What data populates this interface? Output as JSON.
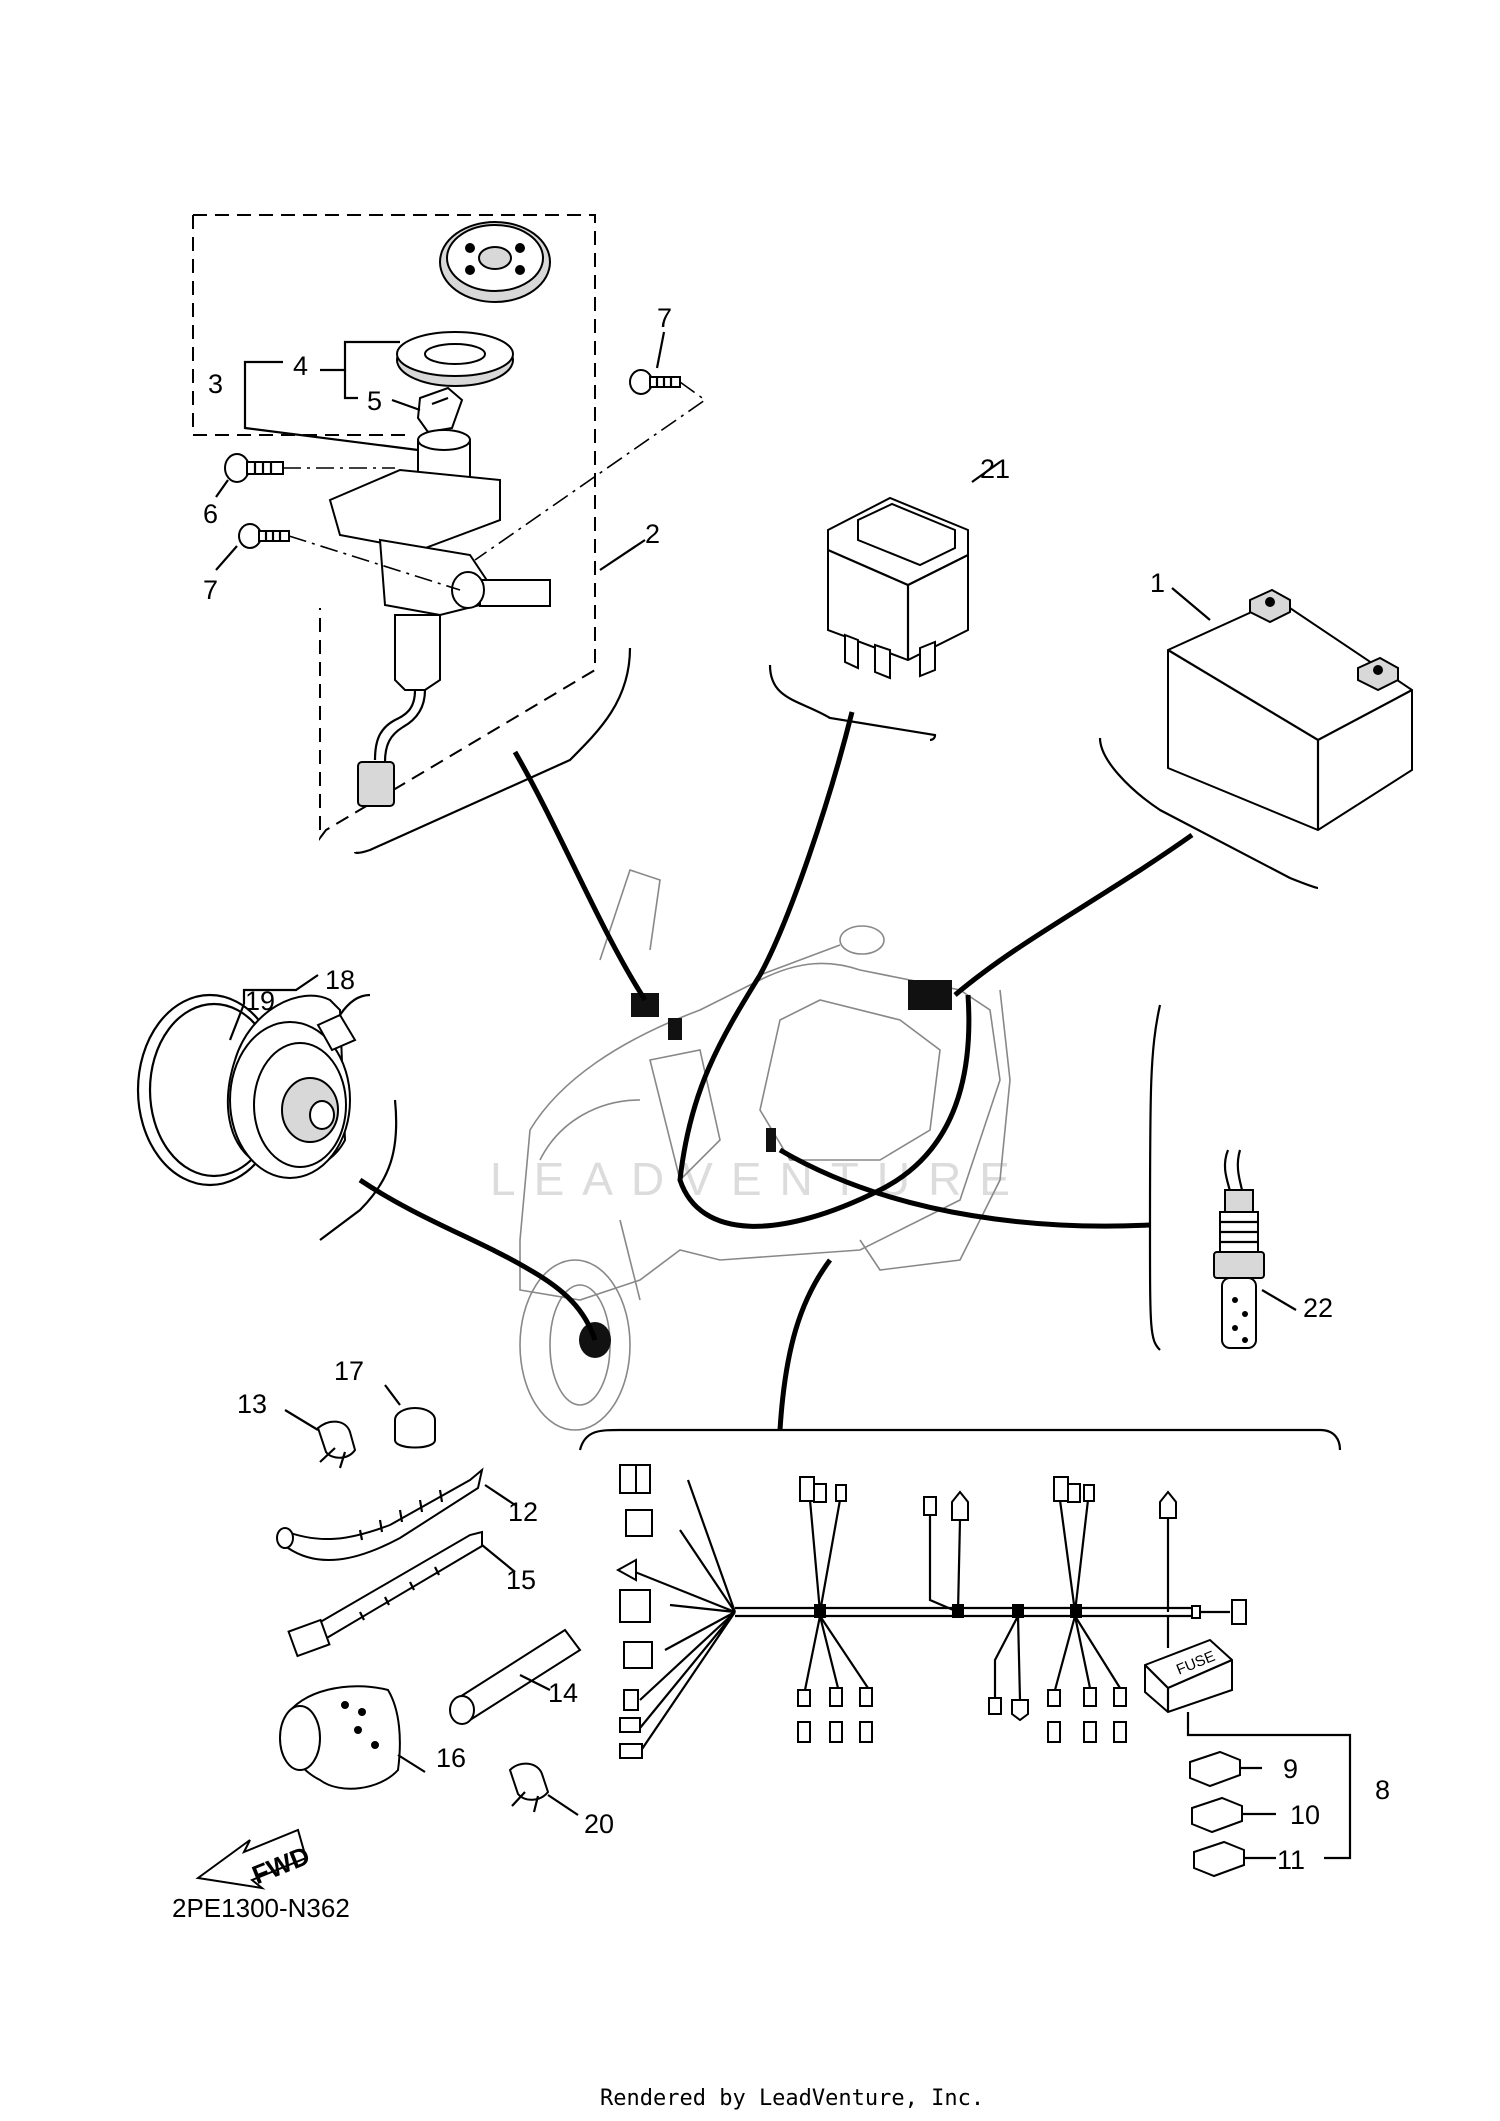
{
  "diagram_code": "2PE1300-N362",
  "footer": "Rendered by LeadVenture, Inc.",
  "watermark": "LEADVENTURE",
  "forward_label": "FWD",
  "fuse_label": "FUSE",
  "callouts": {
    "c1": "1",
    "c2": "2",
    "c3": "3",
    "c4": "4",
    "c5": "5",
    "c6": "6",
    "c7a": "7",
    "c7b": "7",
    "c8": "8",
    "c9": "9",
    "c10": "10",
    "c11": "11",
    "c12": "12",
    "c13": "13",
    "c14": "14",
    "c15": "15",
    "c16": "16",
    "c17": "17",
    "c18": "18",
    "c19": "19",
    "c20": "20",
    "c21": "21",
    "c22": "22"
  }
}
